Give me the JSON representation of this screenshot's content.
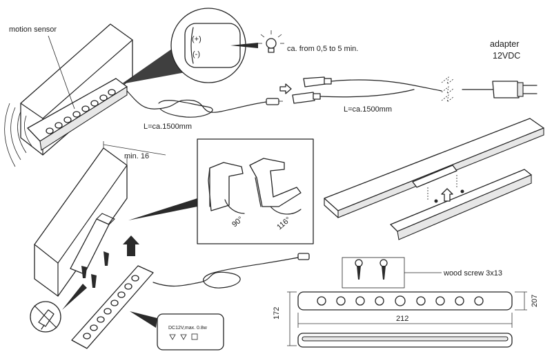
{
  "labels": {
    "motion_sensor": "motion sensor",
    "duration": "ca. from 0,5  to 5 min.",
    "adapter_line1": "adapter",
    "adapter_line2": "12VDC",
    "cable_length_1": "L=ca.1500mm",
    "cable_length_2": "L=ca.1500mm",
    "min_clearance": "min. 16",
    "angle_1": "90°",
    "angle_2": "116°",
    "wood_screw": "wood screw 3x13",
    "dim_width": "212",
    "dim_height_side": "172",
    "dim_depth": "207",
    "rating": "DC12V,max. 0.8w",
    "plus_sign": "(+)",
    "minus_sign": "(-)"
  },
  "colors": {
    "line": "#222222",
    "background": "#ffffff",
    "fill_grey": "#e7e7e7"
  },
  "icons": [
    "light-bulb-icon",
    "no-drill-icon",
    "arrow-right-icon",
    "arrow-up-icon"
  ]
}
